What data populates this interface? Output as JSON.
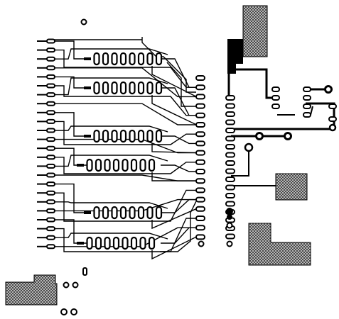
{
  "colors": {
    "background": "#ffffff",
    "copper": "#000000",
    "hatch_dark": "#3a3a3a",
    "hatch_light": "#cfcfcf"
  },
  "chips": [
    {
      "row": 1,
      "pins_per_side": 8
    },
    {
      "row": 2,
      "pins_per_side": 8
    },
    {
      "row": 3,
      "pins_per_side": 8
    },
    {
      "row": 4,
      "pins_per_side": 8
    },
    {
      "row": 5,
      "pins_per_side": 8
    },
    {
      "row": 6,
      "pins_per_side": 8
    }
  ],
  "left_connector": {
    "pads": 24
  },
  "middle_connector": {
    "pads": 18
  },
  "right_connector": {
    "pads": 18
  },
  "ground_planes": [
    {
      "name": "top-right-ground-plane",
      "fill": "hatched"
    },
    {
      "name": "mid-right-ground-plane",
      "fill": "hatched"
    },
    {
      "name": "bottom-right-ground-plane",
      "fill": "hatched"
    },
    {
      "name": "bottom-left-ground-plane",
      "fill": "hatched"
    }
  ]
}
